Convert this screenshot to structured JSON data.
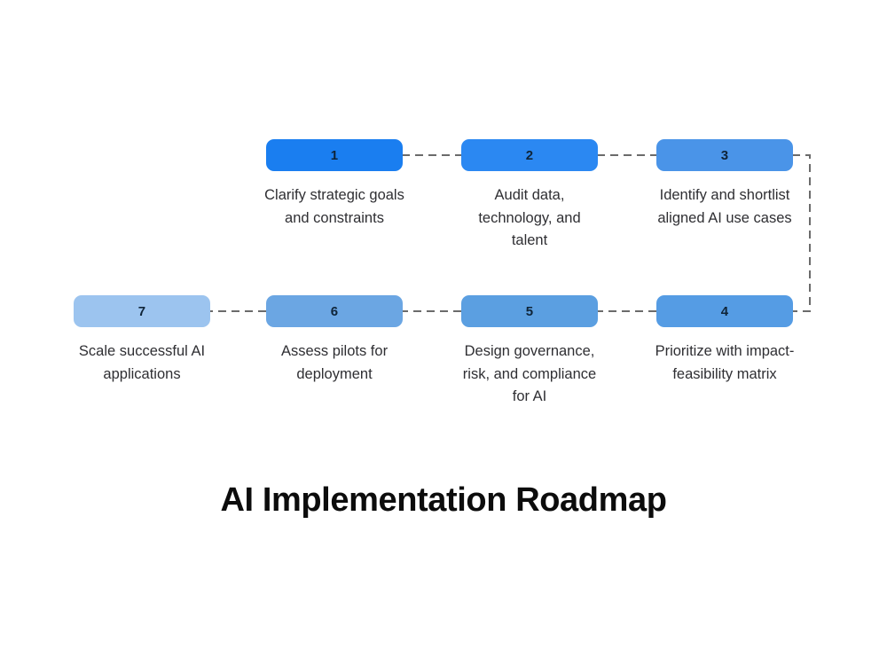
{
  "title": "AI Implementation Roadmap",
  "background_color": "#ffffff",
  "connector_color": "#6b6b6b",
  "caption_color": "#2f2f33",
  "number_color": "#0f2438",
  "chart_data": {
    "type": "diagram",
    "title": "AI Implementation Roadmap",
    "layout": "serpentine-7-step-roadmap",
    "rows": 2,
    "flow": "left-to-right on top row, right-to-left on bottom row",
    "steps": [
      {
        "number": "1",
        "caption": "Clarify strategic goals\nand constraints",
        "color": "#1a7ef0",
        "row": "top",
        "column": 1
      },
      {
        "number": "2",
        "caption": "Audit data,\ntechnology, and\ntalent",
        "color": "#2b88f2",
        "row": "top",
        "column": 2
      },
      {
        "number": "3",
        "caption": "Identify and shortlist\naligned AI use cases",
        "color": "#4a94e8",
        "row": "top",
        "column": 3
      },
      {
        "number": "4",
        "caption": "Prioritize with impact-\nfeasibility matrix",
        "color": "#559ce4",
        "row": "bottom",
        "column": 4
      },
      {
        "number": "5",
        "caption": "Design governance,\nrisk, and compliance\nfor AI",
        "color": "#5b9fe1",
        "row": "bottom",
        "column": 3
      },
      {
        "number": "6",
        "caption": "Assess pilots for\ndeployment",
        "color": "#6ba6e3",
        "row": "bottom",
        "column": 2
      },
      {
        "number": "7",
        "caption": "Scale successful AI\napplications",
        "color": "#9cc4ef",
        "row": "bottom",
        "column": 1
      }
    ]
  }
}
